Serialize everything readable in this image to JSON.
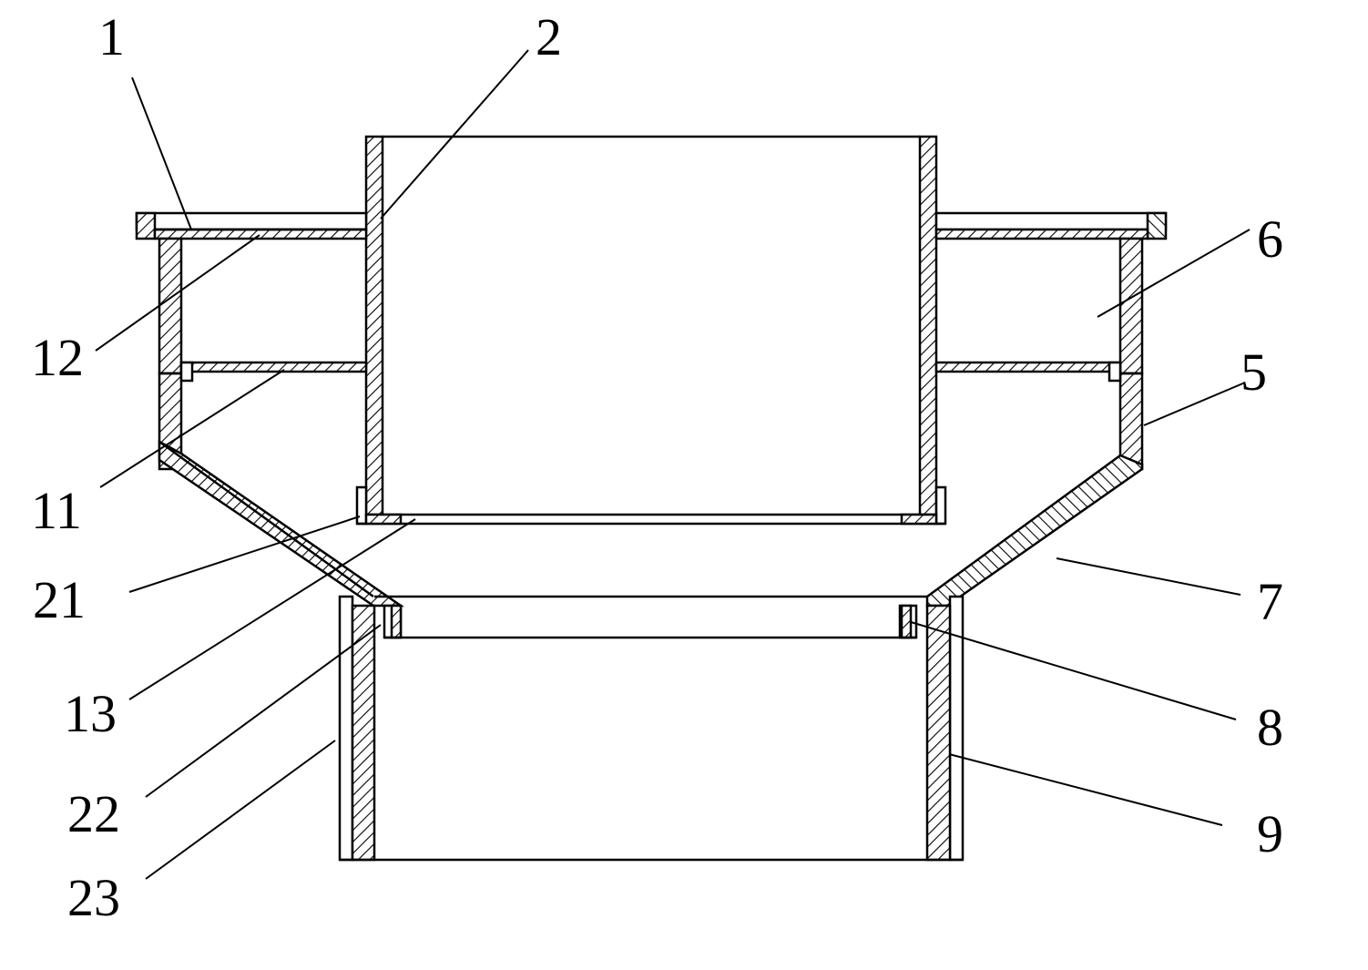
{
  "labels": {
    "l1": "1",
    "l2": "2",
    "l5": "5",
    "l6": "6",
    "l7": "7",
    "l8": "8",
    "l9": "9",
    "l11": "11",
    "l12": "12",
    "l13": "13",
    "l21": "21",
    "l22": "22",
    "l23": "23"
  }
}
